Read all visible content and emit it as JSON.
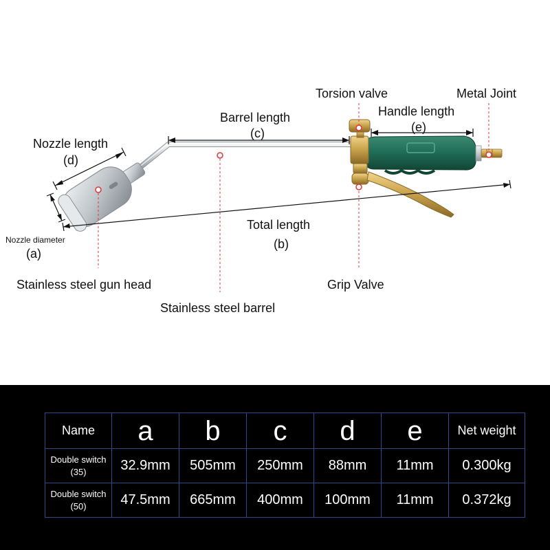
{
  "labels": {
    "nozzle_length": "Nozzle length",
    "nozzle_length_code": "(d)",
    "barrel_length": "Barrel length",
    "barrel_length_code": "(c)",
    "torsion_valve": "Torsion valve",
    "handle_length": "Handle length",
    "handle_length_code": "(e)",
    "metal_joint": "Metal Joint",
    "nozzle_diameter": "Nozzle diameter",
    "nozzle_diameter_code": "(a)",
    "total_length": "Total length",
    "total_length_code": "(b)",
    "gun_head": "Stainless steel gun head",
    "barrel": "Stainless steel barrel",
    "grip_valve": "Grip Valve"
  },
  "colors": {
    "steel": "#c9cfd3",
    "handle": "#1f6b55",
    "brass": "#c8a04a",
    "marker": "#e0373b",
    "table_border": "#2f4a8c"
  },
  "table": {
    "headers": [
      "Name",
      "a",
      "b",
      "c",
      "d",
      "e",
      "Net weight"
    ],
    "rows": [
      {
        "name": "Double switch",
        "size": "(35)",
        "values": [
          "32.9mm",
          "505mm",
          "250mm",
          "88mm",
          "11mm",
          "0.300kg"
        ]
      },
      {
        "name": "Double switch",
        "size": "(50)",
        "values": [
          "47.5mm",
          "665mm",
          "400mm",
          "100mm",
          "11mm",
          "0.372kg"
        ]
      }
    ]
  }
}
